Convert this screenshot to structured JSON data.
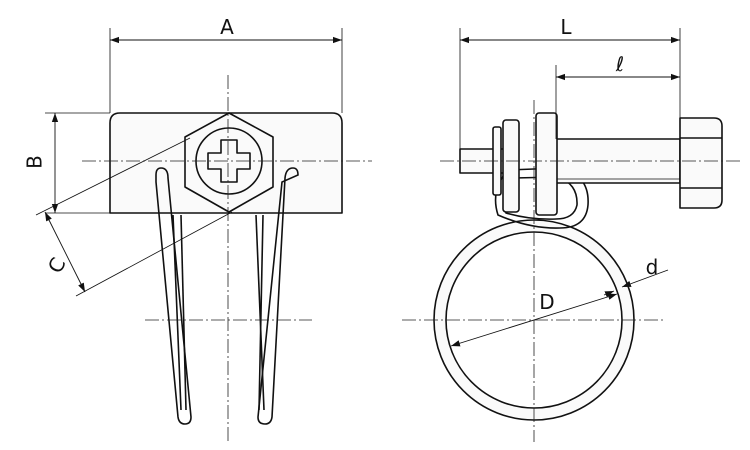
{
  "labels": {
    "A": "A",
    "B": "B",
    "C": "C",
    "L": "L",
    "l": "ℓ",
    "D": "D",
    "d": "d"
  },
  "colors": {
    "line": "#111111",
    "fill": "#fafafa",
    "background": "#ffffff"
  }
}
